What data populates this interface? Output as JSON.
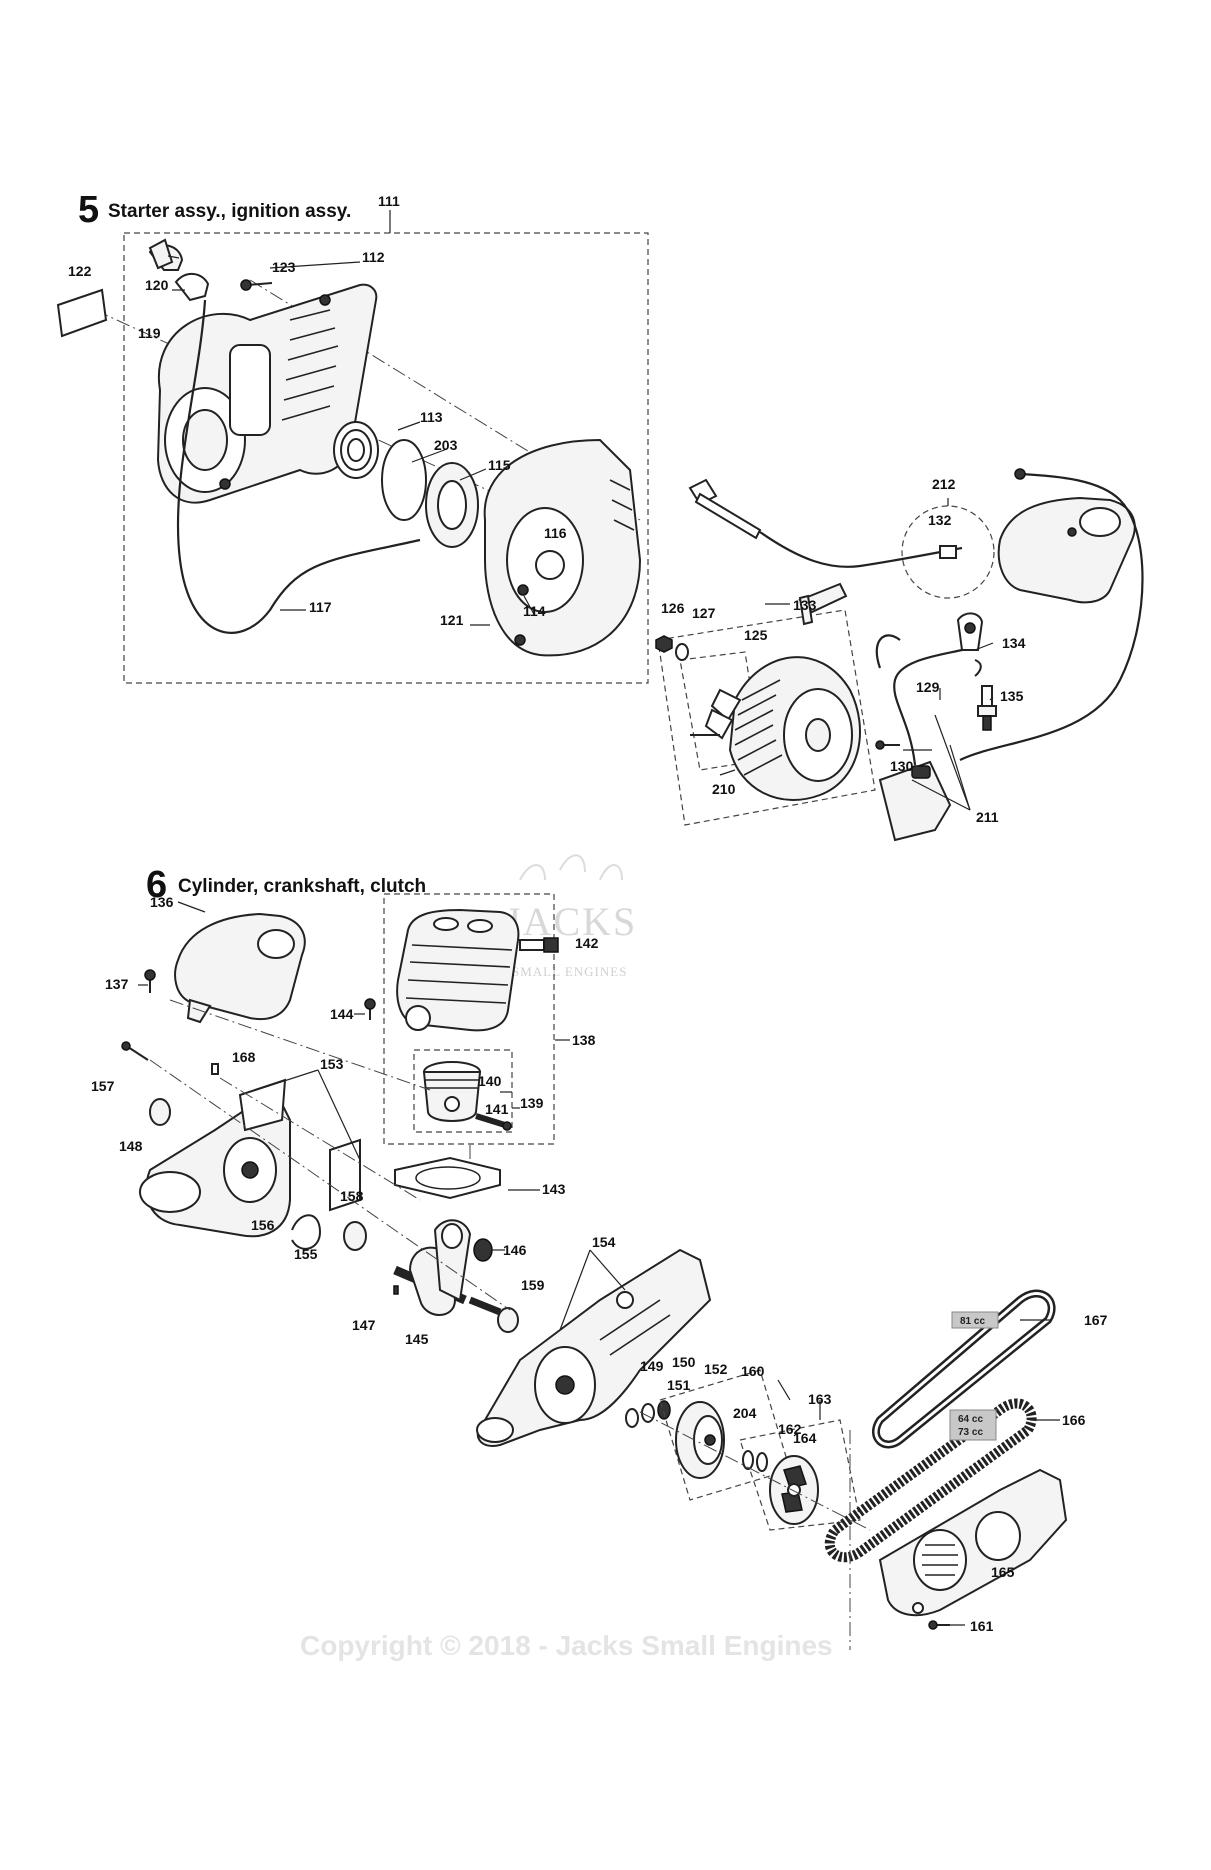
{
  "sections": [
    {
      "number": "5",
      "title": "Starter assy., ignition assy."
    },
    {
      "number": "6",
      "title": "Cylinder, crankshaft, clutch"
    }
  ],
  "callouts": {
    "c111": "111",
    "c112": "112",
    "c113": "113",
    "c114": "114",
    "c115": "115",
    "c116": "116",
    "c117": "117",
    "c119": "119",
    "c120": "120",
    "c121": "121",
    "c122": "122",
    "c123": "123",
    "c125": "125",
    "c126": "126",
    "c127": "127",
    "c129": "129",
    "c130": "130",
    "c132": "132",
    "c133": "133",
    "c134": "134",
    "c135": "135",
    "c136": "136",
    "c137": "137",
    "c138": "138",
    "c139": "139",
    "c140": "140",
    "c141": "141",
    "c142": "142",
    "c143": "143",
    "c144": "144",
    "c145": "145",
    "c146": "146",
    "c147": "147",
    "c148": "148",
    "c149": "149",
    "c150": "150",
    "c151": "151",
    "c152": "152",
    "c153": "153",
    "c154": "154",
    "c155": "155",
    "c156": "156",
    "c157": "157",
    "c158": "158",
    "c159": "159",
    "c160": "160",
    "c161": "161",
    "c162": "162",
    "c163": "163",
    "c164": "164",
    "c165": "165",
    "c166": "166",
    "c167": "167",
    "c168": "168",
    "c203": "203",
    "c204": "204",
    "c210": "210",
    "c211": "211",
    "c212": "212"
  },
  "belt_labels": {
    "belt_167": "81 cc",
    "belt_166_line1": "64 cc",
    "belt_166_line2": "73 cc"
  },
  "watermark": {
    "logo_text": "JACKS",
    "logo_sub": "SMALL ENGINES",
    "copyright": "Copyright © 2018 - Jacks Small Engines"
  }
}
